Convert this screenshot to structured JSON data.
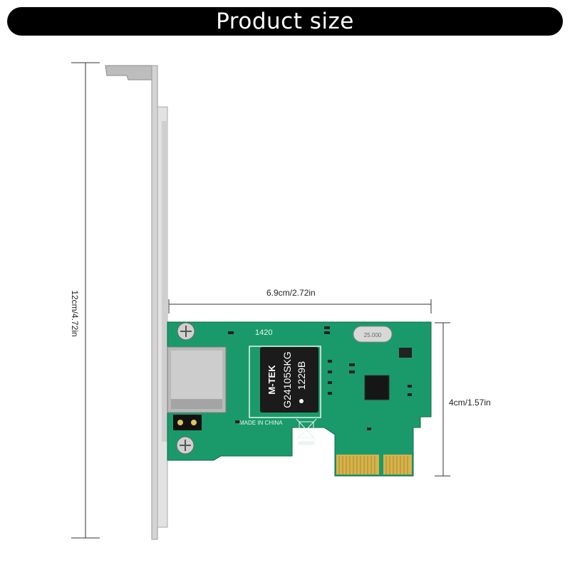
{
  "title": "Product size",
  "dimensions": {
    "height": "12cm/4.72in",
    "width": "6.9cm/2.72in",
    "pcb_height": "4cm/1.57in"
  },
  "chip": {
    "brand": "M-TEK",
    "model": "G24105SKG",
    "batch": "1229B"
  },
  "board": {
    "date_code": "1420",
    "origin": "MADE IN CHINA",
    "crystal": "25.000"
  },
  "colors": {
    "pcb": "#1a9a6a",
    "bracket": "#c8c8c8",
    "gold": "#d6b24a",
    "title_bg": "#000000"
  }
}
